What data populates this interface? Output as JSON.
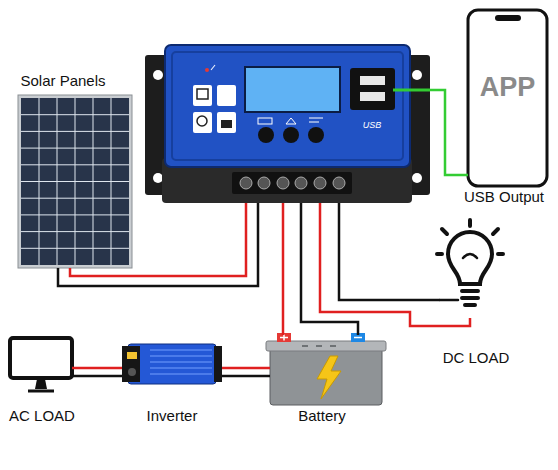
{
  "diagram": {
    "nodes": [
      {
        "text": [
          "Solar Panels"
        ]
      },
      {
        "text": [
          "USB"
        ]
      },
      {
        "text": [
          "APP",
          "USB Output"
        ]
      },
      {
        "text": [
          "DC LOAD"
        ]
      },
      {
        "text": [
          "AC LOAD"
        ]
      },
      {
        "text": [
          "Inverter"
        ]
      },
      {
        "text": [
          "Battery"
        ]
      }
    ],
    "edges": [
      {
        "from": 0,
        "to": 1,
        "arrow": "none"
      },
      {
        "from": 1,
        "to": 2,
        "arrow": "none"
      },
      {
        "from": 1,
        "to": 6,
        "arrow": "none"
      },
      {
        "from": 1,
        "to": 3,
        "arrow": "none"
      },
      {
        "from": 5,
        "to": 6,
        "arrow": "none"
      },
      {
        "from": 4,
        "to": 5,
        "arrow": "none"
      }
    ]
  }
}
